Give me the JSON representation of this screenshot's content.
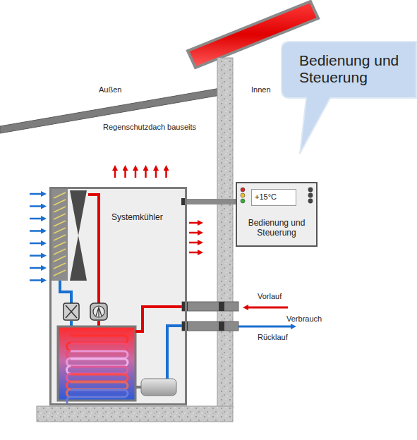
{
  "diagram": {
    "nodes": [
      {
        "text": [
          "Bedienung und Steuerung"
        ]
      },
      {
        "text": [
          "Systemkühler"
        ]
      },
      {
        "text": [
          "Bedienung und Steuerung"
        ]
      },
      {
        "text": [
          "+15°C"
        ],
        "in": 2
      }
    ],
    "edges": [
      {
        "from": 1,
        "to": 2,
        "arrow": "none"
      }
    ],
    "labels": [
      "Außen",
      "Innen",
      "Regenschutzdach bauseits",
      "Vorlauf",
      "Verbrauch",
      "Rücklauf"
    ]
  }
}
